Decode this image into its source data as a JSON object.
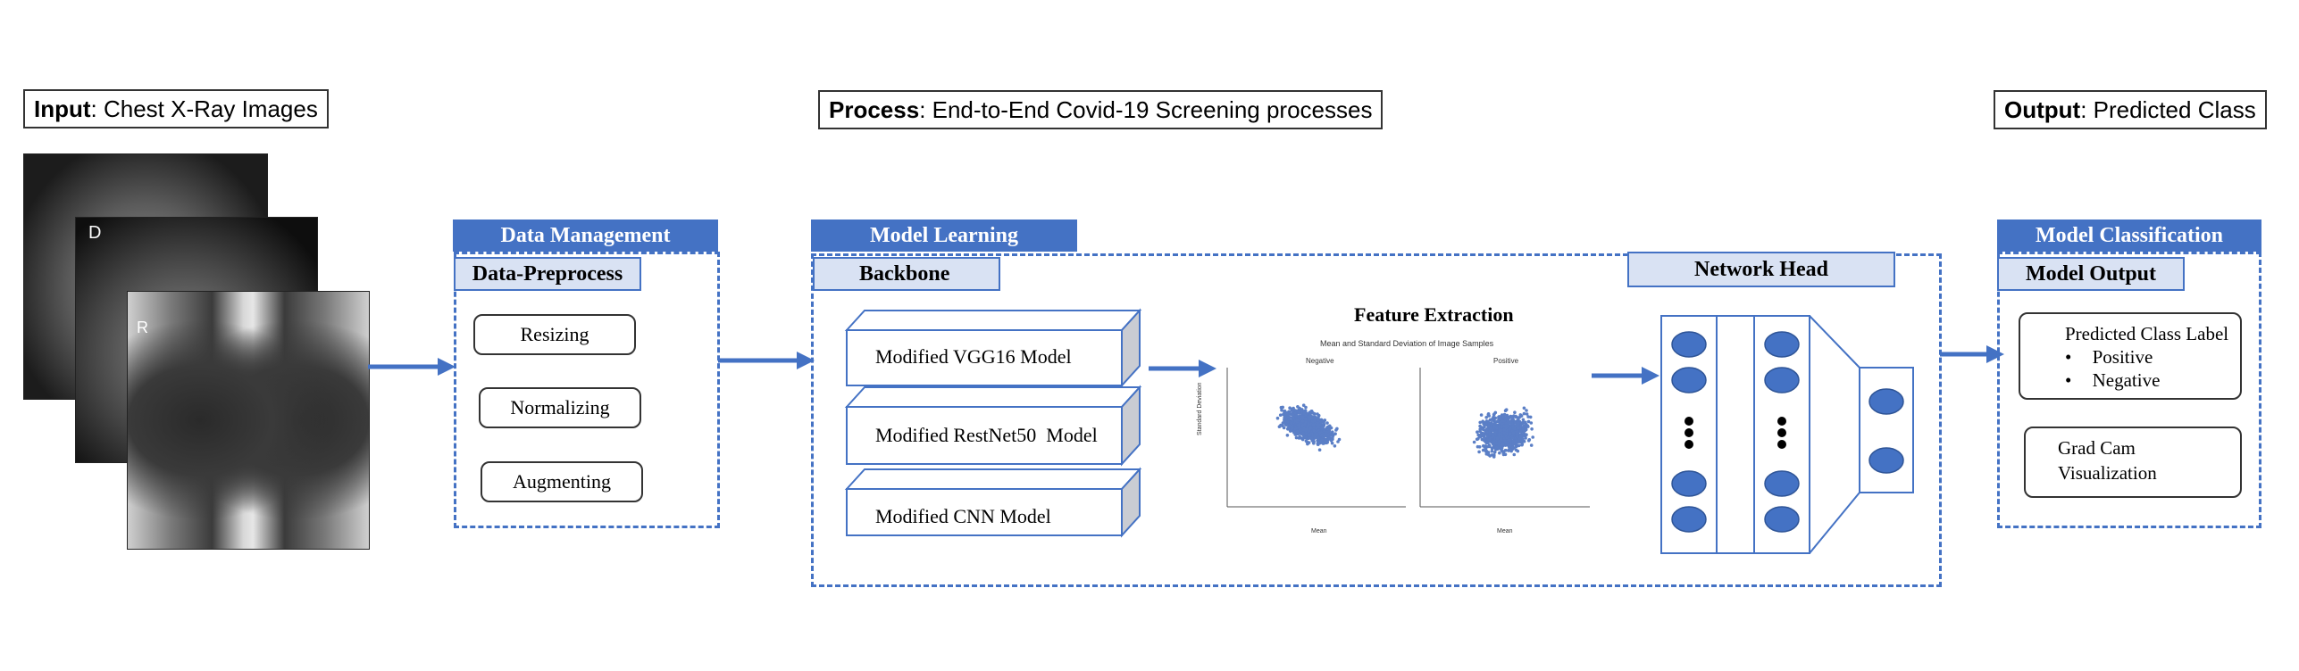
{
  "header_input": {
    "bold": "Input",
    "rest": ": Chest X-Ray Images"
  },
  "header_process": {
    "bold": "Process",
    "rest": ": End-to-End Covid-19 Screening processes"
  },
  "header_output": {
    "bold": "Output",
    "rest": ": Predicted Class"
  },
  "xray_markers": [
    "D",
    "R"
  ],
  "data_management": {
    "title": "Data Management",
    "subtitle": "Data-Preprocess",
    "steps": [
      "Resizing",
      "Normalizing",
      "Augmenting"
    ]
  },
  "model_learning": {
    "title": "Model Learning",
    "backbone": "Backbone",
    "models": [
      "Modified VGG16 Model",
      "Modified RestNet50  Model",
      "Modified CNN Model"
    ],
    "feature_title": "Feature Extraction",
    "plot_title": "Mean and Standard Deviation of Image Samples",
    "panels": [
      "Negative",
      "Positive"
    ],
    "xlabel": "Mean",
    "ylabel": "Standard Deviation",
    "network_head": "Network Head"
  },
  "model_classification": {
    "title": "Model Classification",
    "subtitle": "Model Output",
    "predicted_label": "Predicted Class Label",
    "classes": [
      "Positive",
      "Negative"
    ],
    "gradcam_line1": "Grad Cam",
    "gradcam_line2": "Visualization"
  },
  "colors": {
    "accent": "#4472C4",
    "light": "#D9E2F3"
  }
}
